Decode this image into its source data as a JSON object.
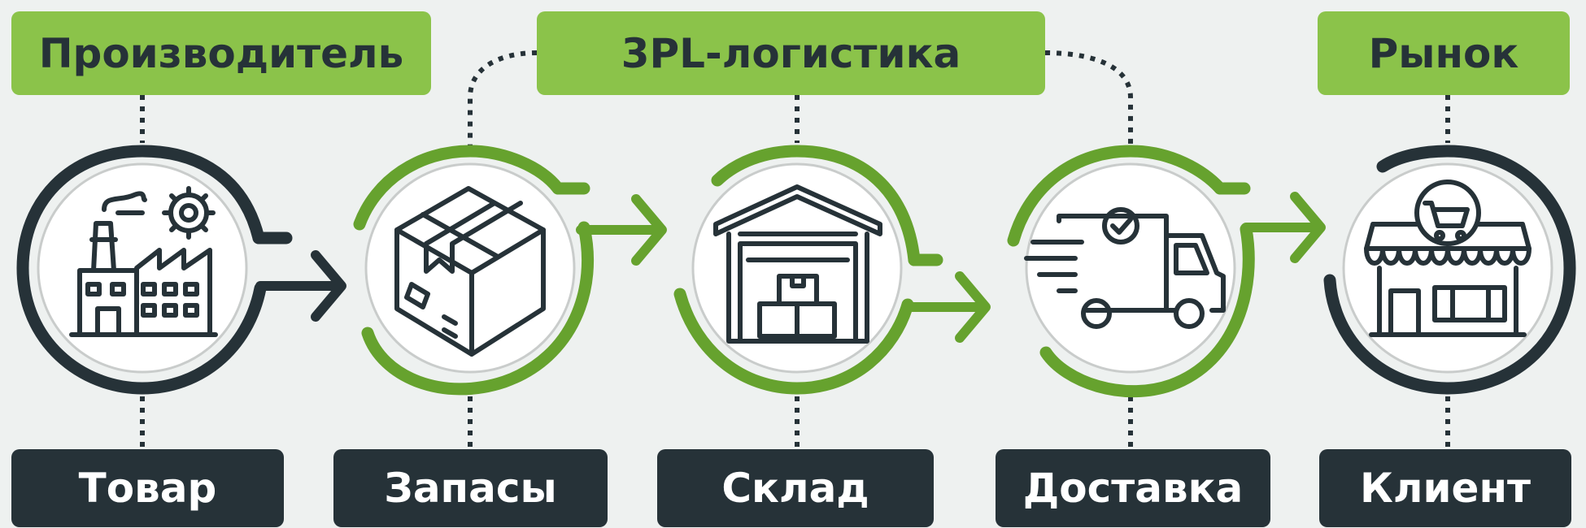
{
  "top_labels": {
    "producer": "Производитель",
    "logistics": "3PL-логистика",
    "market": "Рынок"
  },
  "bottom_labels": {
    "goods": "Товар",
    "stock": "Запасы",
    "warehouse": "Склад",
    "delivery": "Доставка",
    "client": "Клиент"
  },
  "icons": [
    "factory-icon",
    "box-icon",
    "warehouse-icon",
    "truck-icon",
    "shop-icon"
  ],
  "colors": {
    "green": "#8bc34a",
    "ring_green": "#66a22e",
    "dark": "#263238",
    "background": "#eef1f0"
  }
}
